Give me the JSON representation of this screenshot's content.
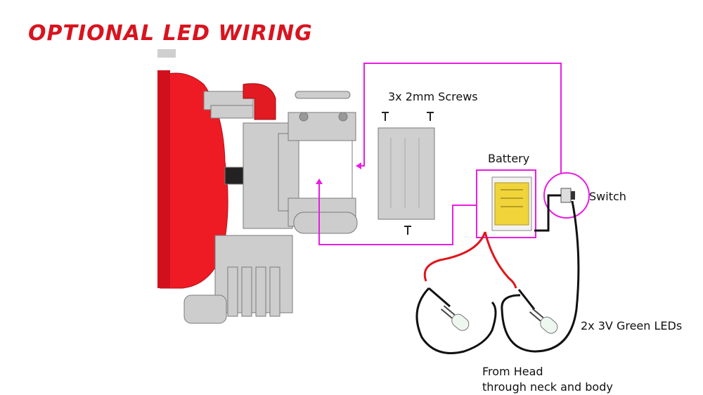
{
  "title": "OPTIONAL LED WIRING",
  "labels": {
    "screws": "3x 2mm Screws",
    "battery": "Battery",
    "switch": "Switch",
    "leds": "2x 3V Green LEDs",
    "from_head_line1": "From Head",
    "from_head_line2": "through neck and body"
  },
  "colors": {
    "title": "#d8141f",
    "highlight": "#e81ee0",
    "body_red": "#ee1b24",
    "wire_red": "#e0151c",
    "wire_black": "#111111",
    "battery": "#f0d43a"
  }
}
